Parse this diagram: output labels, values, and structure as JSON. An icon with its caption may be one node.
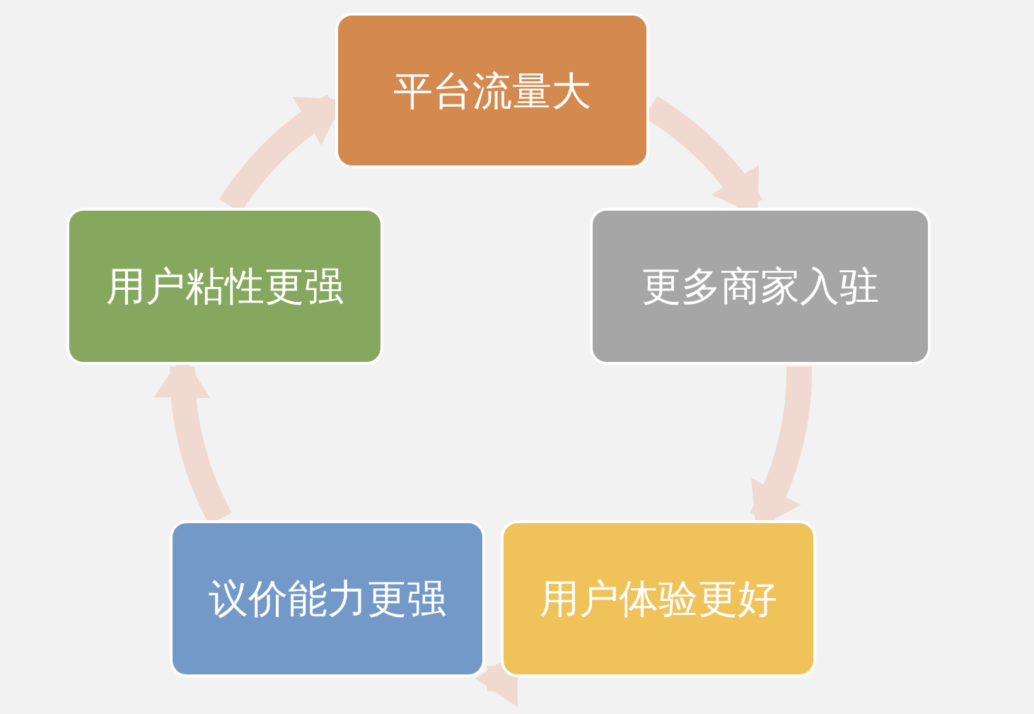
{
  "diagram": {
    "nodes": [
      {
        "text": [
          "平台流量大"
        ]
      },
      {
        "text": [
          "更多商家入驻"
        ]
      },
      {
        "text": [
          "用户体验更好"
        ]
      },
      {
        "text": [
          "议价能力更强"
        ]
      },
      {
        "text": [
          "用户粘性更强"
        ]
      }
    ],
    "edges": [
      {
        "from": 0,
        "to": 1,
        "arrow": "to"
      },
      {
        "from": 1,
        "to": 2,
        "arrow": "to"
      },
      {
        "from": 2,
        "to": 3,
        "arrow": "to"
      },
      {
        "from": 3,
        "to": 4,
        "arrow": "to"
      },
      {
        "from": 4,
        "to": 0,
        "arrow": "to"
      }
    ]
  }
}
